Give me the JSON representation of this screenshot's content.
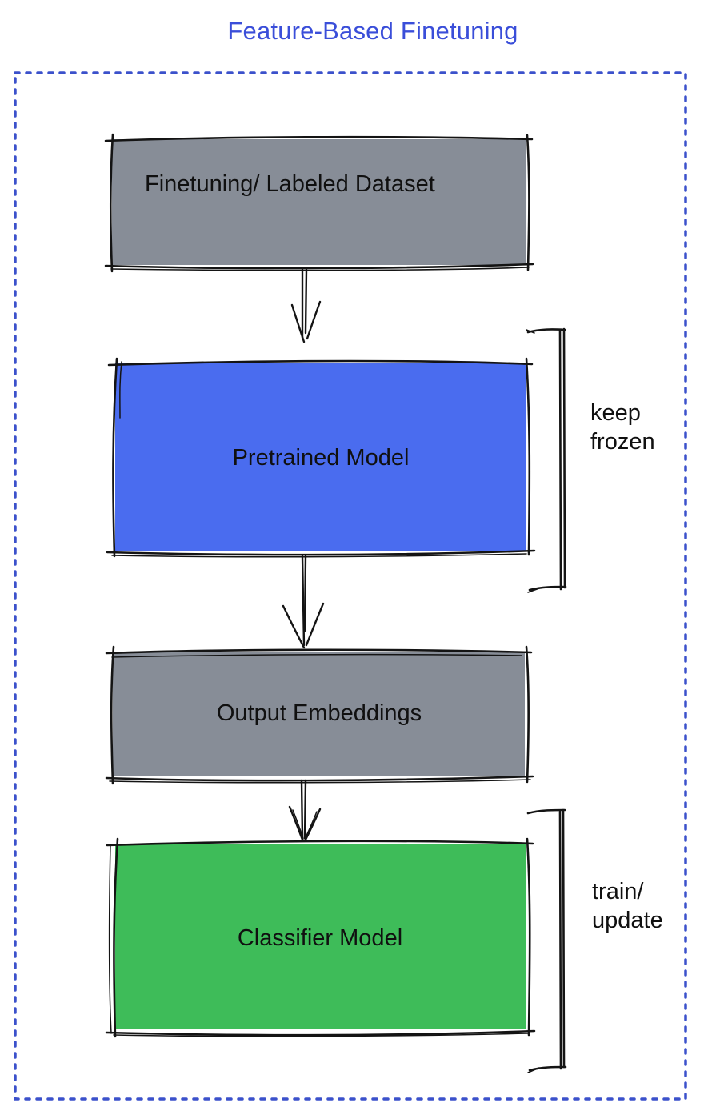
{
  "title": "Feature-Based Finetuning",
  "colors": {
    "title_blue": "#3a4ed9",
    "dotted_blue": "#3b51cb",
    "box_gray": "#878d97",
    "box_blue": "#4a6cef",
    "box_green": "#3ebc59",
    "ink_black": "#141414",
    "text_black": "#101010"
  },
  "boxes": [
    {
      "id": "finetuning-dataset",
      "label": "Finetuning/ Labeled Dataset",
      "fill": "gray"
    },
    {
      "id": "pretrained-model",
      "label": "Pretrained Model",
      "fill": "blue"
    },
    {
      "id": "output-embeddings",
      "label": "Output Embeddings",
      "fill": "gray"
    },
    {
      "id": "classifier-model",
      "label": "Classifier Model",
      "fill": "green"
    }
  ],
  "annotations": [
    {
      "id": "keep-frozen",
      "lines": [
        "keep",
        "frozen"
      ]
    },
    {
      "id": "train-update",
      "lines": [
        "train/",
        "update"
      ]
    }
  ]
}
